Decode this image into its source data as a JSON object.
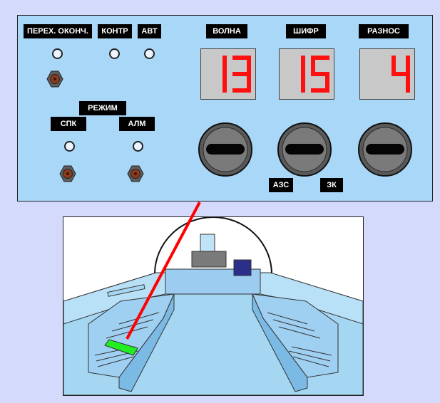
{
  "panel": {
    "labels": {
      "perekh_okonch": "ПЕРЕХ. ОКОНЧ.",
      "kontr": "КОНТР",
      "avt": "АВТ",
      "rezhim": "РЕЖИМ",
      "spk": "СПК",
      "alm": "АЛМ",
      "volna": "ВОЛНА",
      "shifr": "ШИФР",
      "raznos": "РАЗНОС",
      "azs": "АЗС",
      "zk": "ЗК"
    },
    "displays": {
      "volna": "13",
      "shifr": "15",
      "raznos": "4"
    },
    "colors": {
      "panel": "#a9d7f8",
      "digit": "#ff1010",
      "display": "#c8c8c8",
      "laser": "#ff0000",
      "highlight": "#22ee22"
    }
  }
}
